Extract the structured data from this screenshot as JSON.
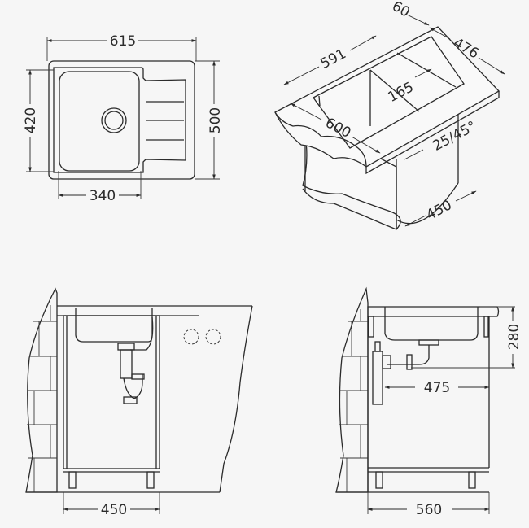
{
  "diagram": {
    "subject": "Kitchen sink installation dimensions",
    "units": "mm",
    "colors": {
      "background": "#f6f6f6",
      "line": "#2b2b2b"
    },
    "top_view": {
      "overall_width": "615",
      "overall_depth": "500",
      "bowl_depth": "420",
      "bowl_width": "340"
    },
    "isometric_view": {
      "cabinet_depth_side": "60",
      "cutout_depth": "476",
      "cutout_width": "591",
      "countertop_width": "600",
      "drainer_offset": "165",
      "countertop_thickness": "25/45°",
      "cabinet_width": "450"
    },
    "front_view": {
      "cabinet_width": "450"
    },
    "side_view": {
      "bowl_depth_height": "280",
      "drain_offset": "475",
      "cabinet_depth": "560"
    }
  }
}
